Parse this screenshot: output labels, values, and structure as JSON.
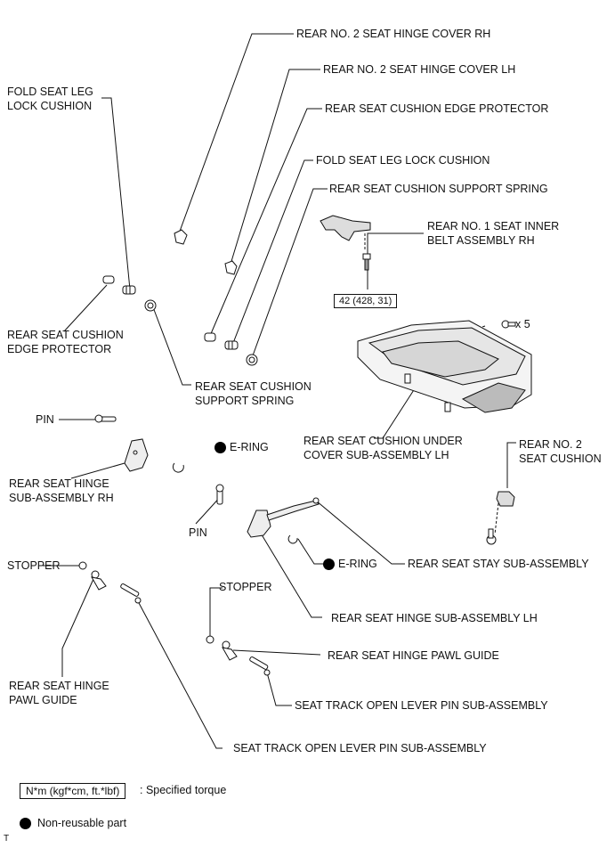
{
  "labels": {
    "hinge_cover_rh": "REAR NO. 2 SEAT HINGE COVER RH",
    "hinge_cover_lh": "REAR NO. 2 SEAT HINGE COVER LH",
    "edge_protector_top": "REAR SEAT CUSHION EDGE PROTECTOR",
    "fold_leg_cushion_top": "FOLD SEAT LEG LOCK CUSHION",
    "support_spring_top": "REAR SEAT CUSHION SUPPORT SPRING",
    "fold_leg_cushion_left": "FOLD SEAT LEG\nLOCK CUSHION",
    "inner_belt": "REAR NO. 1 SEAT INNER\nBELT ASSEMBLY RH",
    "edge_protector_left": "REAR SEAT CUSHION\nEDGE PROTECTOR",
    "support_spring_mid": "REAR SEAT CUSHION\nSUPPORT SPRING",
    "pin_top": "PIN",
    "e_ring_top": "E-RING",
    "hinge_rh": "REAR SEAT HINGE\nSUB-ASSEMBLY RH",
    "under_cover": "REAR SEAT CUSHION UNDER\nCOVER SUB-ASSEMBLY LH",
    "seat_cushion_no2": "REAR NO. 2\nSEAT CUSHION",
    "pin_mid": "PIN",
    "stopper_left": "STOPPER",
    "e_ring_mid": "E-RING",
    "stay": "REAR SEAT STAY SUB-ASSEMBLY",
    "stopper_mid": "STOPPER",
    "hinge_lh": "REAR SEAT HINGE SUB-ASSEMBLY LH",
    "pawl_guide_right": "REAR SEAT HINGE PAWL GUIDE",
    "pawl_guide_left": "REAR SEAT HINGE\nPAWL GUIDE",
    "lever_pin_right": "SEAT TRACK OPEN LEVER PIN SUB-ASSEMBLY",
    "lever_pin_bottom": "SEAT TRACK OPEN LEVER PIN SUB-ASSEMBLY",
    "bolt_qty": "x 5"
  },
  "torque": {
    "belt_bolt": "42 (428, 31)"
  },
  "legend": {
    "torque_box": "N*m (kgf*cm, ft.*lbf)",
    "torque_text": ": Specified torque",
    "nonreusable_text": "Non-reusable part"
  },
  "corner_mark": "T"
}
